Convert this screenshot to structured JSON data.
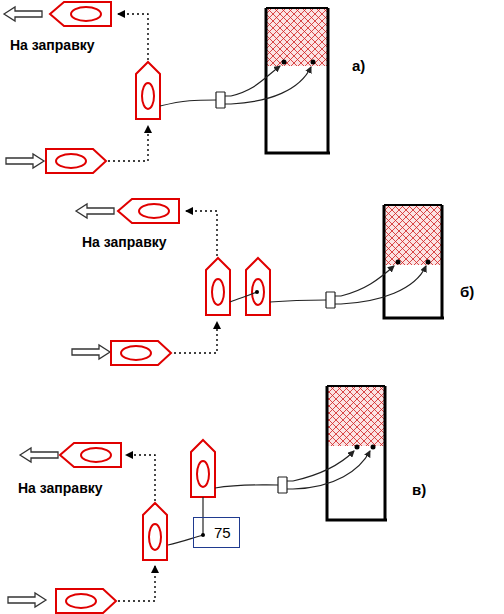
{
  "diagram": {
    "nodes": [
      {
        "text": [
          "75"
        ]
      }
    ],
    "labels": [
      "На заправку",
      "а)",
      "На заправку",
      "б)",
      "На заправку",
      "в)"
    ]
  }
}
